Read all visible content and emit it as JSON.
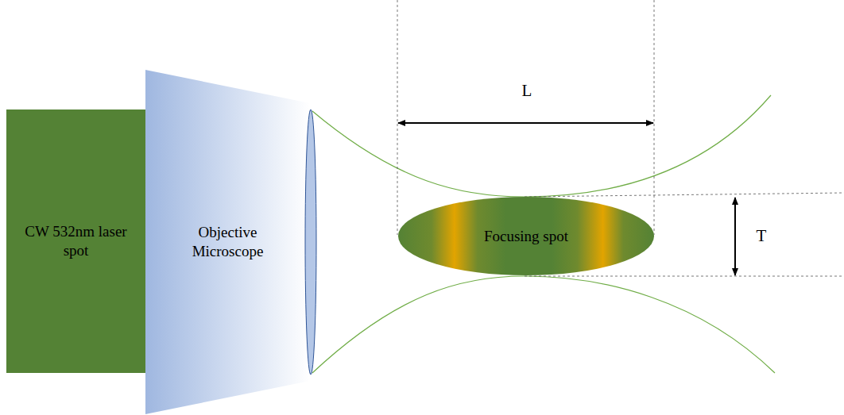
{
  "diagram": {
    "nodes": [
      {
        "text": [
          "CW 532nm laser spot"
        ]
      },
      {
        "text": [
          "Objective Microscope"
        ]
      },
      {
        "text": [
          "Focusing spot"
        ]
      }
    ],
    "labels": [
      "L",
      "T"
    ]
  }
}
